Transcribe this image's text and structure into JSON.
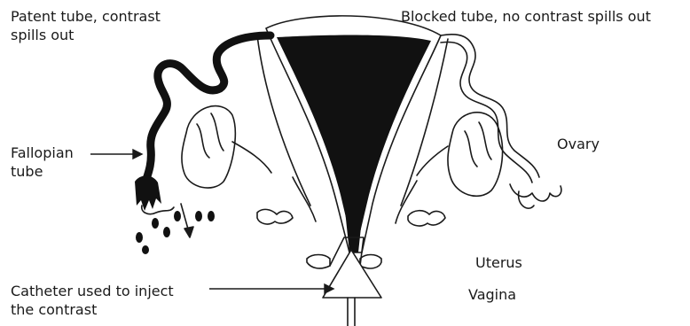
{
  "labels": {
    "patent_tube": [
      "Patent tube, contrast",
      "spills out"
    ],
    "blocked_tube": "Blocked tube, no contrast spills out",
    "fallopian_tube": [
      "Fallopian",
      "tube"
    ],
    "ovary": "Ovary",
    "uterus": "Uterus",
    "vagina": "Vagina",
    "catheter": [
      "Catheter used to inject",
      "the contrast"
    ]
  },
  "colors": {
    "ink": "#1a1a1a",
    "contrast": "#111111",
    "background": "#ffffff"
  }
}
